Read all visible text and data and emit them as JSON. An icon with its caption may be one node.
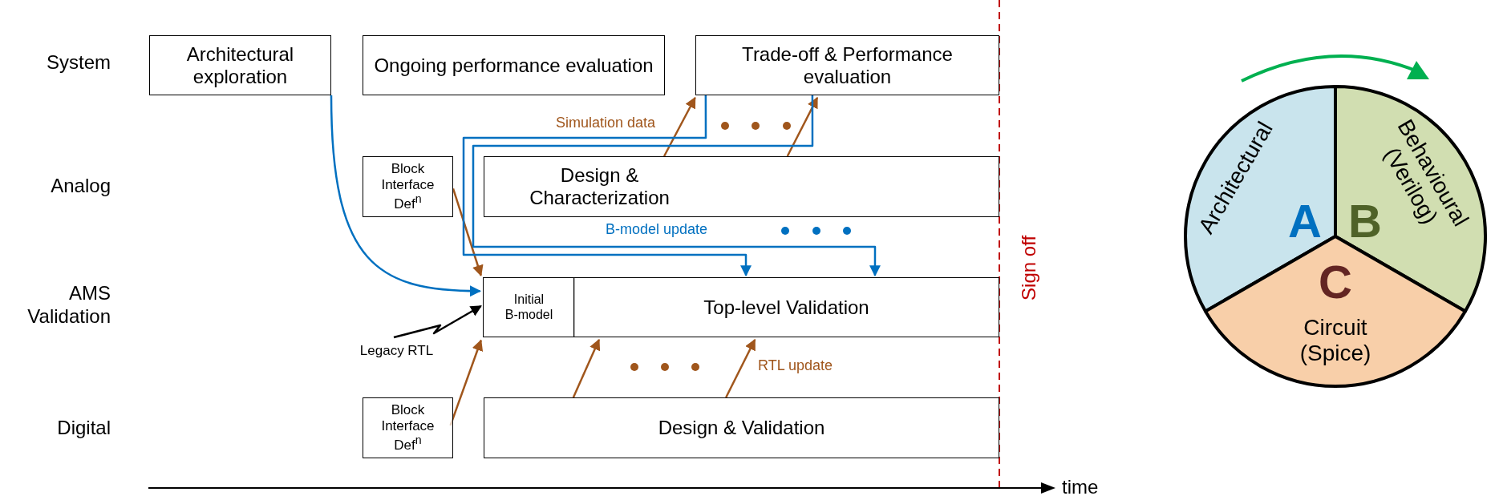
{
  "diagram": {
    "nodes": [
      {
        "text": [
          "Architectural exploration"
        ]
      },
      {
        "text": [
          "Ongoing performance evaluation"
        ]
      },
      {
        "text": [
          "Trade-off & Performance evaluation"
        ]
      },
      {
        "text": [
          "Block Interface Def$^{n}$"
        ]
      },
      {
        "text": [
          "Design & Characterization"
        ]
      },
      {
        "text": [
          "Initial B-model"
        ]
      },
      {
        "text": [
          "Top-level Validation"
        ]
      },
      {
        "text": [
          "Legacy RTL"
        ]
      },
      {
        "text": [
          "Block Interface Def$^{n}$"
        ]
      },
      {
        "text": [
          "Design & Validation"
        ]
      },
      {
        "text": [
          "Architectural",
          "A"
        ]
      },
      {
        "text": [
          "Behavioural (Verilog)",
          "B"
        ]
      },
      {
        "text": [
          "C",
          "Circuit (Spice)"
        ]
      }
    ],
    "edges": [
      {
        "from": 0,
        "to": 5,
        "arrow": "to",
        "color": "#0070c0"
      },
      {
        "from": 3,
        "to": 5,
        "arrow": "to"
      },
      {
        "from": 7,
        "to": 5,
        "arrow": "to",
        "color": "#000000"
      },
      {
        "from": 8,
        "to": 5,
        "arrow": "to"
      },
      {
        "from": 4,
        "to": 2,
        "arrow": "to",
        "label": "Simulation data"
      },
      {
        "from": 4,
        "to": 2,
        "arrow": "to"
      },
      {
        "from": 2,
        "to": 6,
        "arrow": "to",
        "label": "B-model update",
        "color": "#0070c0"
      },
      {
        "from": 2,
        "to": 6,
        "arrow": "to",
        "color": "#0070c0"
      },
      {
        "from": 9,
        "to": 6,
        "arrow": "to"
      },
      {
        "from": 9,
        "to": 6,
        "arrow": "to",
        "label": "RTL update"
      }
    ],
    "labels": [
      "System",
      "Analog",
      "AMS Validation",
      "Sign off",
      "Digital",
      "time"
    ]
  }
}
